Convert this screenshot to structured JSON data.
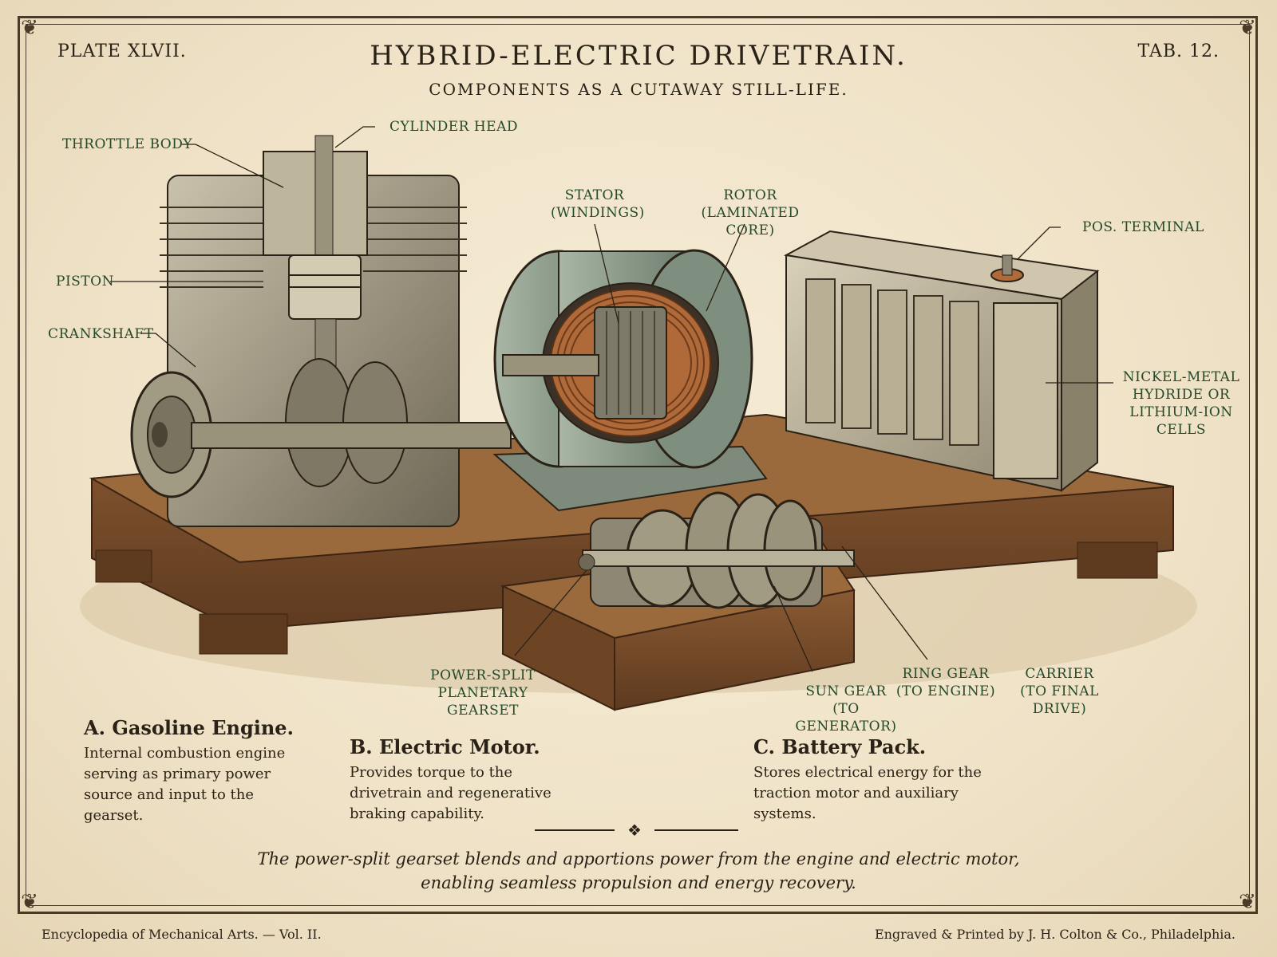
{
  "header": {
    "plate": "PLATE XLVII.",
    "tab": "TAB. 12.",
    "title": "HYBRID-ELECTRIC DRIVETRAIN.",
    "subtitle": "COMPONENTS AS A CUTAWAY STILL-LIFE."
  },
  "labels": {
    "throttle_body": "THROTTLE BODY",
    "cylinder_head": "CYLINDER HEAD",
    "piston": "PISTON",
    "crankshaft": "CRANKSHAFT",
    "stator_line1": "STATOR",
    "stator_line2": "(WINDINGS)",
    "rotor_line1": "ROTOR",
    "rotor_line2": "(LAMINATED CORE)",
    "pos_terminal": "POS. TERMINAL",
    "cells_line1": "NICKEL-METAL",
    "cells_line2": "HYDRIDE OR",
    "cells_line3": "LITHIUM-ION CELLS",
    "gearset_line1": "POWER-SPLIT",
    "gearset_line2": "PLANETARY GEARSET",
    "sun_gear_line1": "SUN GEAR",
    "sun_gear_line2": "(TO GENERATOR)",
    "ring_gear_line1": "RING GEAR",
    "ring_gear_line2": "(TO ENGINE)",
    "carrier_line1": "CARRIER",
    "carrier_line2": "(TO FINAL DRIVE)"
  },
  "captions": [
    {
      "title": "A. Gasoline Engine.",
      "body": "Internal combustion engine serving as primary power source and input to the gearset."
    },
    {
      "title": "B. Electric Motor.",
      "body": "Provides torque to the drivetrain and regenerative braking capability."
    },
    {
      "title": "C. Battery Pack.",
      "body": "Stores electrical energy for the traction motor and auxiliary systems."
    }
  ],
  "note": {
    "line1": "The power-split gearset blends and apportions power from the engine and electric motor,",
    "line2": "enabling seamless propulsion and energy recovery."
  },
  "footer": {
    "left": "Encyclopedia of Mechanical Arts. — Vol. II.",
    "right": "Engraved & Printed by J. H. Colton & Co., Philadelphia."
  },
  "colors": {
    "paper": "#f1e6cf",
    "ink": "#2b2217",
    "label_green": "#234a2a",
    "wood": "#7a4e2c",
    "metal": "#8e8774",
    "copper": "#b06a3a",
    "motor_housing": "#8fa090"
  }
}
